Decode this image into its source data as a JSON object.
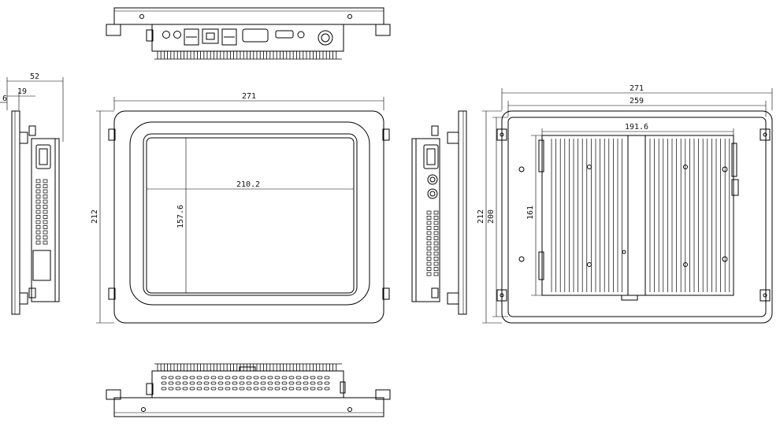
{
  "dimensions": {
    "side_depth": "52",
    "side_offset": "19",
    "side_bezel": "6",
    "front_width": "271",
    "front_height": "212",
    "screen_width": "210.2",
    "screen_height": "157.6",
    "rear_width": "271",
    "rear_cutout_width": "259",
    "rear_heatsink_width": "191.6",
    "rear_height": "212",
    "rear_cutout_height": "200",
    "rear_heatsink_height": "161"
  }
}
